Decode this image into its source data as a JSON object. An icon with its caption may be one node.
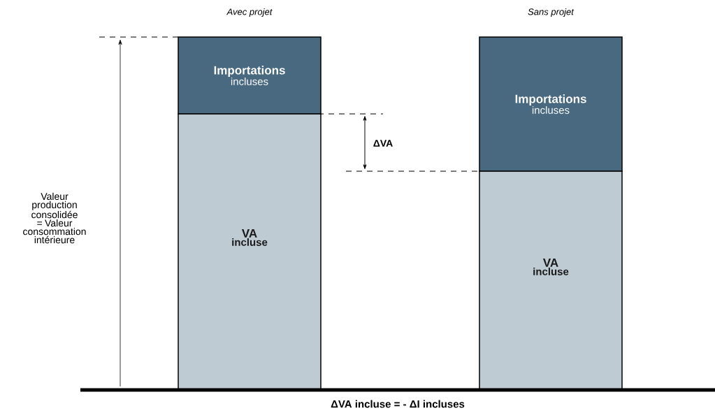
{
  "diagram": {
    "nodes": [
      {
        "text": [
          "Importations",
          "incluses"
        ]
      },
      {
        "text": [
          "VA",
          "incluse"
        ]
      },
      {
        "text": [
          "Importations",
          "incluses"
        ]
      },
      {
        "text": [
          "VA",
          "incluse"
        ]
      }
    ],
    "labels": [
      "Avec projet",
      "Sans projet",
      "Valeur production consolidée = Valeur consommation intérieure",
      "ΔVA",
      "ΔVA incluse = - ΔI incluses"
    ]
  }
}
